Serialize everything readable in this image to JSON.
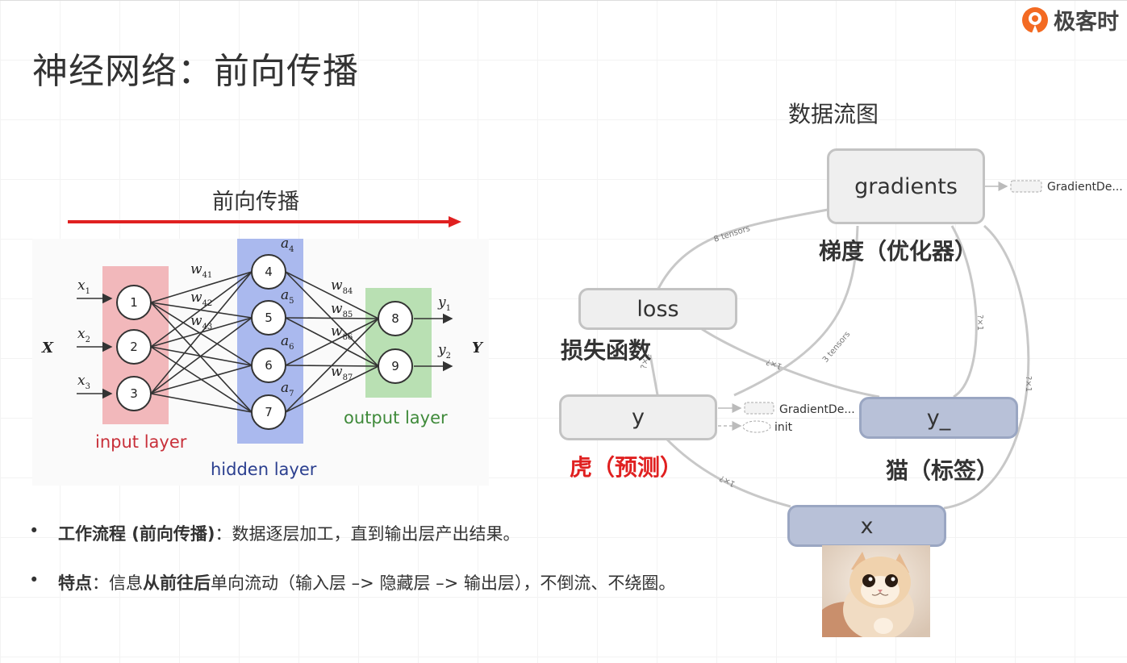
{
  "logo": {
    "text": "极客时"
  },
  "title": "神经网络：前向传播",
  "flow_graph_title": "数据流图",
  "forward_label": "前向传播",
  "nn": {
    "input_nodes": [
      "1",
      "2",
      "3"
    ],
    "hidden_nodes": [
      "4",
      "5",
      "6",
      "7"
    ],
    "output_nodes": [
      "8",
      "9"
    ],
    "x_label": "X",
    "y_label": "Y",
    "inputs": [
      "x",
      "x",
      "x"
    ],
    "input_subs": [
      "1",
      "2",
      "3"
    ],
    "outputs": [
      "y",
      "y"
    ],
    "output_subs": [
      "1",
      "2"
    ],
    "activations": [
      "a",
      "a",
      "a",
      "a"
    ],
    "activation_subs": [
      "4",
      "5",
      "6",
      "7"
    ],
    "weights_in": [
      "w",
      "w",
      "w"
    ],
    "weights_in_subs": [
      "41",
      "42",
      "43"
    ],
    "weights_out": [
      "w",
      "w",
      "w",
      "w"
    ],
    "weights_out_subs": [
      "84",
      "85",
      "86",
      "87"
    ],
    "input_layer_label": "input layer",
    "hidden_layer_label": "hidden layer",
    "output_layer_label": "output layer"
  },
  "graph": {
    "nodes": {
      "gradients": "gradients",
      "loss": "loss",
      "y": "y",
      "y_": "y_",
      "x": "x"
    },
    "aux": {
      "gradient_desc_top": "GradientDe...",
      "gradient_desc_y": "GradientDe...",
      "init": "init"
    },
    "edge_labels": {
      "tensors8": "8 tensors",
      "tensors3": "3 tensors",
      "dim_a": "?×1",
      "dim_b": "?×1",
      "dim_c": "?×1",
      "dim_d": "1×?",
      "dim_e": "?×1",
      "dim_f": "1×?"
    },
    "annotations": {
      "gradients": "梯度（优化器）",
      "loss": "损失函数",
      "y": "虎（预测）",
      "y_": "猫（标签）"
    }
  },
  "bullets": [
    {
      "dot": "•",
      "bold": "工作流程 (前向传播)",
      "text": "：数据逐层加工，直到输出层产出结果。"
    },
    {
      "dot": "•",
      "bold": "特点",
      "text1": "：信息",
      "bold2": "从前往后",
      "text2": "单向流动（输入层 –> 隐藏层 –> 输出层），不倒流、不绕圈。"
    }
  ],
  "colors": {
    "accent_red": "#e02020",
    "input_layer": "#f2b8bb",
    "hidden_layer": "#aab9ee",
    "output_layer": "#b9e0b3",
    "node_blue": "#b8c1d8"
  },
  "icons": {
    "logo": "geek-time-logo-icon",
    "cat": "cat-photo"
  }
}
